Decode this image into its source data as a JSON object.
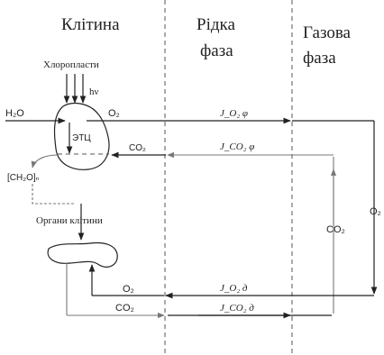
{
  "columns": {
    "cell": "Клітина",
    "liquid_line1": "Рідка",
    "liquid_line2": "фаза",
    "gas_line1": "Газова",
    "gas_line2": "фаза"
  },
  "labels": {
    "chloroplasts": "Хлоропласти",
    "light": "hν",
    "water": "H₂O",
    "o2_top": "O₂",
    "etc": "ЭТЦ",
    "co2_mid": "CO₂",
    "carbohydrate": "[CH₂O]ₙ",
    "cell_organs": "Органи клітини",
    "co2_gas": "CO₂",
    "o2_right": "O₂",
    "o2_bottom": "O₂",
    "co2_bottom": "CO₂"
  },
  "fluxes": {
    "j_o2_phi": "J_O₂ φ",
    "j_co2_phi": "J_CO₂ φ",
    "j_o2_d": "J_O₂ д",
    "j_co2_d": "J_CO₂ д"
  }
}
